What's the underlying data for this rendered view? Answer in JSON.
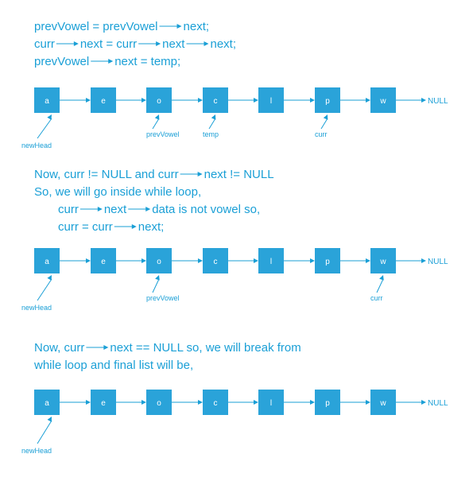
{
  "colors": {
    "accent": "#1a9fd6",
    "node_fill": "#2aa3d9",
    "node_text": "#ffffff",
    "background": "#ffffff"
  },
  "sections": [
    {
      "code_lines": [
        [
          {
            "t": "prevVowel = prevVowel "
          },
          {
            "arrow": true
          },
          {
            "t": " next;"
          }
        ],
        [
          {
            "t": "curr "
          },
          {
            "arrow": true
          },
          {
            "t": " next = curr "
          },
          {
            "arrow": true
          },
          {
            "t": " next "
          },
          {
            "arrow": true
          },
          {
            "t": " next;"
          }
        ],
        [
          {
            "t": "prevVowel "
          },
          {
            "arrow": true
          },
          {
            "t": " next = temp;"
          }
        ]
      ],
      "nodes": [
        "a",
        "e",
        "o",
        "c",
        "l",
        "p",
        "w"
      ],
      "null_label": "NULL",
      "pointers": [
        {
          "label": "newHead",
          "node": 0
        },
        {
          "label": "prevVowel",
          "node": 2
        },
        {
          "label": "temp",
          "node": 3
        },
        {
          "label": "curr",
          "node": 5
        }
      ]
    },
    {
      "code_lines": [
        [
          {
            "t": "Now,  curr != NULL   and   curr "
          },
          {
            "arrow": true
          },
          {
            "t": " next != NULL"
          }
        ],
        [
          {
            "t": "So,  we will go inside while loop,"
          }
        ],
        [
          {
            "t": "curr "
          },
          {
            "arrow": true
          },
          {
            "t": " next "
          },
          {
            "arrow": true
          },
          {
            "t": " data  is not vowel so,"
          }
        ],
        [
          {
            "t": "curr = curr "
          },
          {
            "arrow": true
          },
          {
            "t": " next;"
          }
        ]
      ],
      "nodes": [
        "a",
        "e",
        "o",
        "c",
        "l",
        "p",
        "w"
      ],
      "null_label": "NULL",
      "pointers": [
        {
          "label": "newHead",
          "node": 0
        },
        {
          "label": "prevVowel",
          "node": 2
        },
        {
          "label": "curr",
          "node": 6
        }
      ]
    },
    {
      "code_lines": [
        [
          {
            "t": "Now,  curr "
          },
          {
            "arrow": true
          },
          {
            "t": " next == NULL   so, we will break from"
          }
        ],
        [
          {
            "t": "while loop and final list will be,"
          }
        ]
      ],
      "nodes": [
        "a",
        "e",
        "o",
        "c",
        "l",
        "p",
        "w"
      ],
      "null_label": "NULL",
      "pointers": [
        {
          "label": "newHead",
          "node": 0
        }
      ]
    }
  ]
}
